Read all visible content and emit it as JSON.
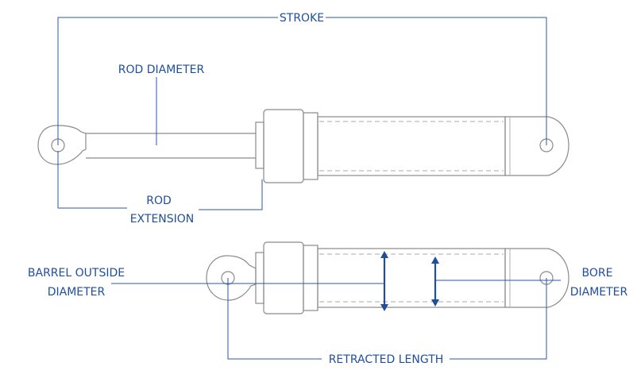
{
  "labels": {
    "stroke": "STROKE",
    "rod_diameter": "ROD DIAMETER",
    "rod_extension_line1": "ROD",
    "rod_extension_line2": "EXTENSION",
    "barrel_outside_line1": "BARREL OUTSIDE",
    "barrel_outside_line2": "DIAMETER",
    "bore_line1": "BORE",
    "bore_line2": "DIAMETER",
    "retracted_length": "RETRACTED LENGTH"
  },
  "colors": {
    "annotation": "#1f4e9c",
    "drawing": "#8a8a8a"
  }
}
